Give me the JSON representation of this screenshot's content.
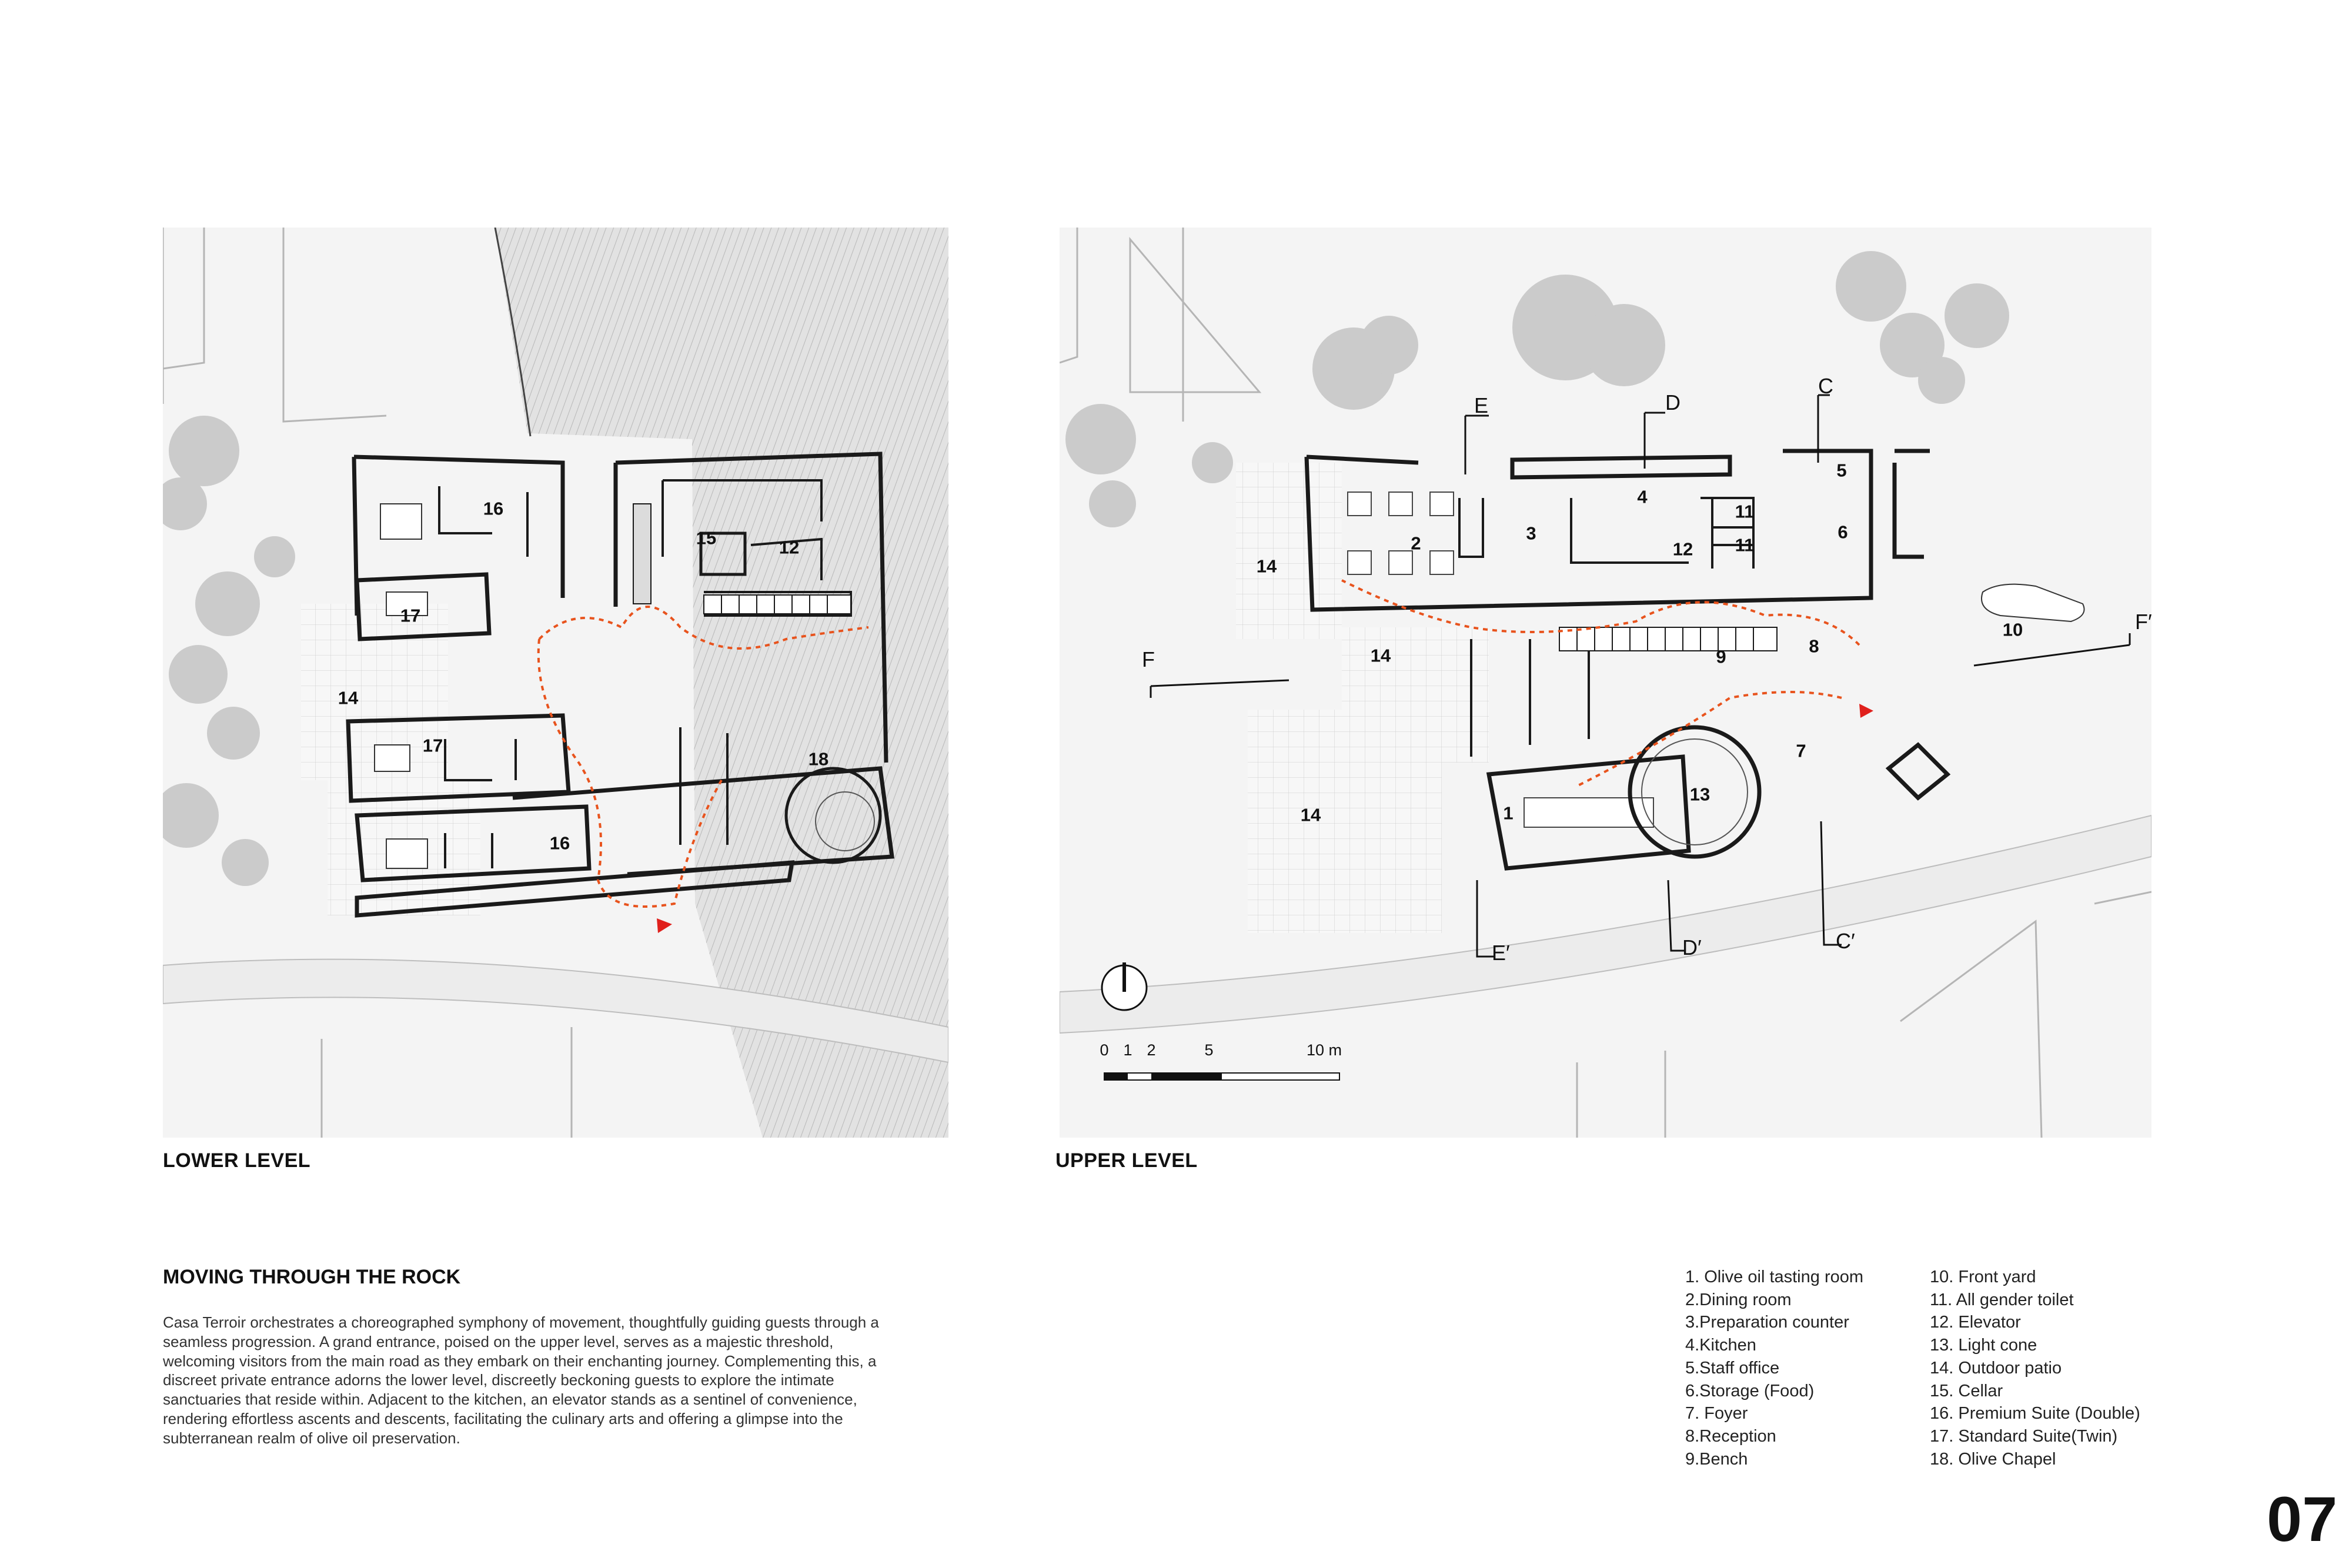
{
  "lower_level": {
    "title": "LOWER LEVEL",
    "room_labels": [
      "16",
      "15",
      "12",
      "17",
      "14",
      "17",
      "18",
      "16"
    ]
  },
  "upper_level": {
    "title": "UPPER LEVEL",
    "room_labels": [
      "2",
      "3",
      "4",
      "5",
      "6",
      "11",
      "11",
      "12",
      "14",
      "14",
      "14",
      "9",
      "8",
      "7",
      "10",
      "1",
      "13"
    ],
    "section_marks": [
      "E",
      "D",
      "C",
      "F",
      "F′",
      "E′",
      "D′",
      "C′"
    ]
  },
  "scale_bar": {
    "ticks": [
      "0",
      "1",
      "2",
      "5",
      "10 m"
    ]
  },
  "section": {
    "heading": "MOVING THROUGH THE ROCK",
    "body": "Casa Terroir orchestrates a choreographed symphony of movement, thoughtfully guiding guests through a seamless progression. A grand entrance, poised on the upper level, serves as a majestic threshold, welcoming visitors from the main road as they embark on their enchanting journey. Complementing this, a discreet private entrance adorns the lower level, discreetly beckoning guests to explore the intimate sanctuaries that reside within. Adjacent to the kitchen, an elevator stands as a sentinel of convenience, rendering effortless ascents and descents, facilitating the culinary arts and offering a glimpse into the subterranean realm of olive oil preservation."
  },
  "legend": {
    "column1": [
      "1. Olive oil tasting room",
      "2.Dining room",
      "3.Preparation counter",
      "4.Kitchen",
      "5.Staff office",
      "6.Storage (Food)",
      "7. Foyer",
      "8.Reception",
      "9.Bench"
    ],
    "column2": [
      "10.  Front yard",
      "11.   All gender toilet",
      "12.  Elevator",
      "13.  Light cone",
      "14.  Outdoor patio",
      "15.  Cellar",
      "16.  Premium Suite (Double)",
      "17.  Standard Suite(Twin)",
      "18.  Olive Chapel"
    ]
  },
  "page_number": "07",
  "colors": {
    "wall": "#1a1a1a",
    "ground": "#f4f4f4",
    "rock": "#d6d6d6",
    "vegetation": "#c7c7c7",
    "circulation_arrow": "#e8531d",
    "entrance_marker": "#e0201c"
  },
  "icons": [
    "north-arrow-icon",
    "entrance-marker-icon",
    "tree-icon",
    "car-icon"
  ]
}
